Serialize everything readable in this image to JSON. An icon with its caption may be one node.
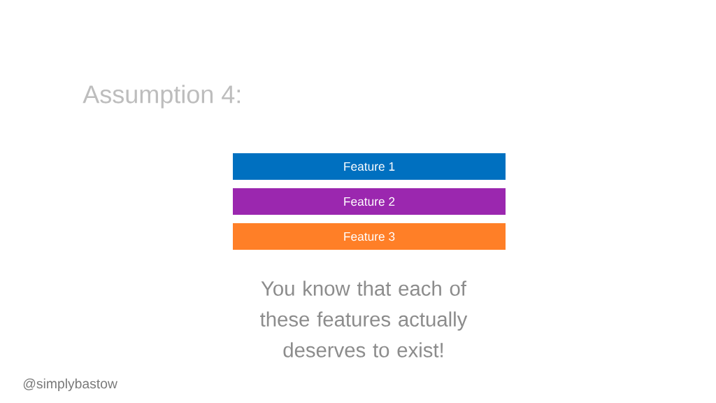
{
  "diagram": {
    "title": "Assumption 4:",
    "nodes": [
      {
        "text": [
          "Feature 1"
        ]
      },
      {
        "text": [
          "Feature 2"
        ]
      },
      {
        "text": [
          "Feature 3"
        ]
      }
    ],
    "labels": [
      "You know that each of these features actually deserves to exist!",
      "@simplybastow"
    ]
  }
}
